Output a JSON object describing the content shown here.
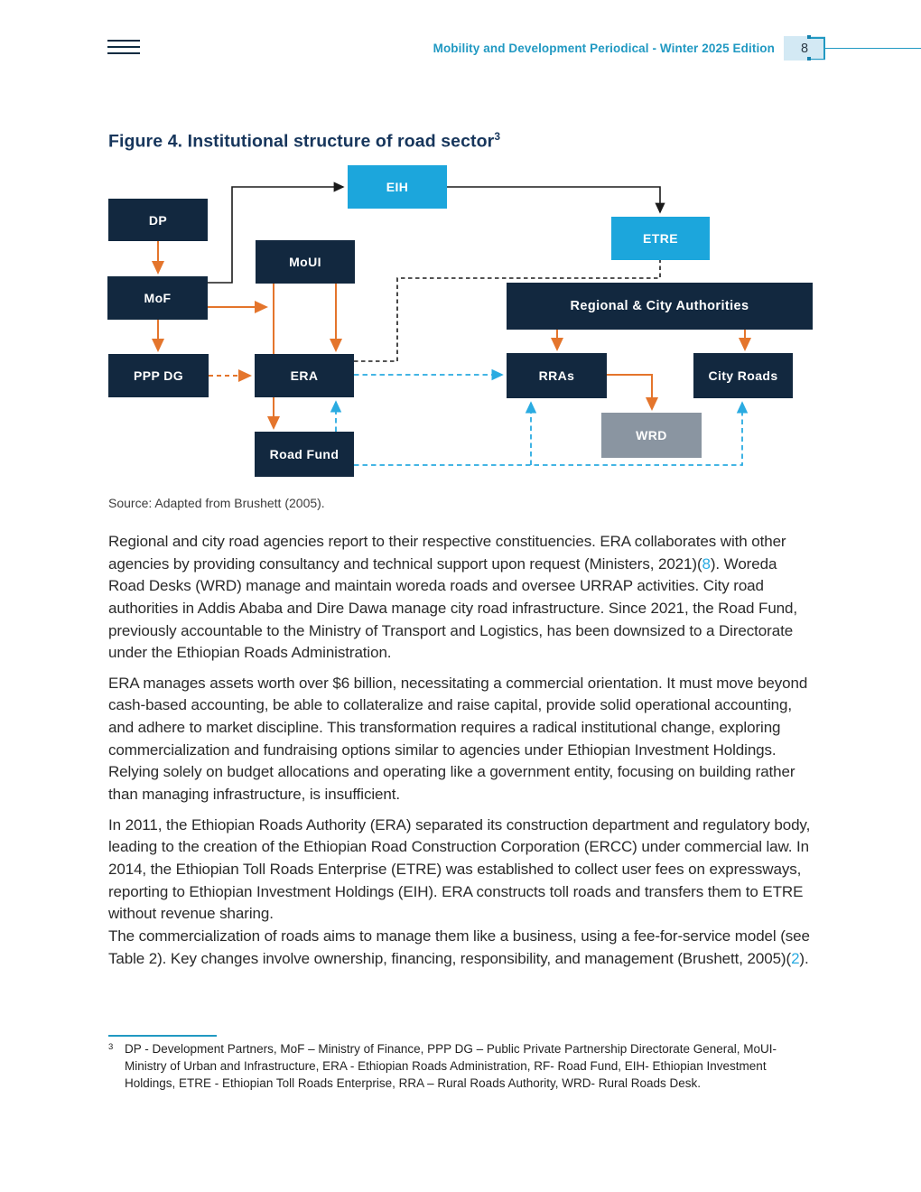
{
  "colors": {
    "navy": "#12283f",
    "navy_text": "#17365c",
    "cyan_box": "#1ca6dc",
    "gray_box": "#8a95a1",
    "orange": "#e4752c",
    "link_cyan": "#2aabe1",
    "teal": "#2199c2",
    "teal_dark": "#1581ad",
    "page_box_fill": "#d3e9f4",
    "body_text": "#2a2a2a"
  },
  "header": {
    "edition_title": "Mobility and Development Periodical - Winter 2025 Edition",
    "page_number": "8"
  },
  "figure": {
    "title": "Figure 4. Institutional structure of road sector",
    "title_superscript": "3",
    "source": "Source: Adapted from Brushett (2005)."
  },
  "diagram": {
    "boxes": [
      {
        "id": "dp",
        "label": "DP"
      },
      {
        "id": "eih",
        "label": "EIH"
      },
      {
        "id": "moui",
        "label": "MoUI"
      },
      {
        "id": "etre",
        "label": "ETRE"
      },
      {
        "id": "mof",
        "label": "MoF"
      },
      {
        "id": "rca",
        "label": "Regional  & City Authorities"
      },
      {
        "id": "pppdg",
        "label": "PPP DG"
      },
      {
        "id": "era",
        "label": "ERA"
      },
      {
        "id": "rras",
        "label": "RRAs"
      },
      {
        "id": "cityroads",
        "label": "City Roads"
      },
      {
        "id": "wrd",
        "label": "WRD"
      },
      {
        "id": "roadfund",
        "label": "Road Fund"
      }
    ]
  },
  "body": {
    "paragraphs": [
      {
        "segments": [
          {
            "t": "Regional and city road agencies report to their respective constituencies. ERA collaborates with other agencies by providing consultancy and technical support upon request (Ministers, 2021)("
          },
          {
            "t": "8",
            "link": true
          },
          {
            "t": "). Woreda Road Desks (WRD) manage and maintain woreda roads and oversee URRAP activities. City road authorities in Addis Ababa and Dire Dawa manage city road infrastructure. Since 2021, the Road Fund, previously accountable to the Ministry of Transport and Logistics, has been downsized to a Directorate under the Ethiopian Roads Administration."
          }
        ]
      },
      {
        "segments": [
          {
            "t": "ERA manages assets worth over $6 billion, necessitating a commercial orientation. It must move beyond cash-based accounting, be able to collateralize and raise capital, provide solid operational accounting, and adhere to market discipline. This transformation requires a radical institutional change, exploring commercialization and fundraising options similar to agencies under Ethiopian Investment Holdings. Relying solely on budget allocations and operating like a government entity, focusing on building rather than managing infrastructure, is insufficient."
          }
        ]
      },
      {
        "segments": [
          {
            "t": "In 2011, the Ethiopian Roads Authority (ERA) separated its construction department and regulatory body, leading to the creation of the Ethiopian Road Construction Corporation (ERCC) under commercial law. In 2014, the Ethiopian Toll Roads Enterprise (ETRE) was established to collect user fees on expressways, reporting to Ethiopian Investment Holdings (EIH). ERA constructs toll roads and transfers them to ETRE without revenue sharing."
          },
          {
            "br": true
          },
          {
            "t": "The commercialization of roads aims to manage them like a business, using a fee-for-service model (see Table 2). Key changes involve ownership, financing, responsibility, and management (Brushett, 2005)("
          },
          {
            "t": "2",
            "link": true
          },
          {
            "t": ")."
          }
        ]
      }
    ]
  },
  "footnote": {
    "marker": "3",
    "text": "DP - Development Partners, MoF – Ministry of Finance, PPP DG – Public Private Partnership Directorate General, MoUI- Ministry of Urban and Infrastructure, ERA - Ethiopian Roads Administration, RF- Road Fund, EIH- Ethiopian Investment Holdings, ETRE - Ethiopian Toll Roads Enterprise, RRA – Rural Roads Authority, WRD- Rural Roads Desk."
  }
}
